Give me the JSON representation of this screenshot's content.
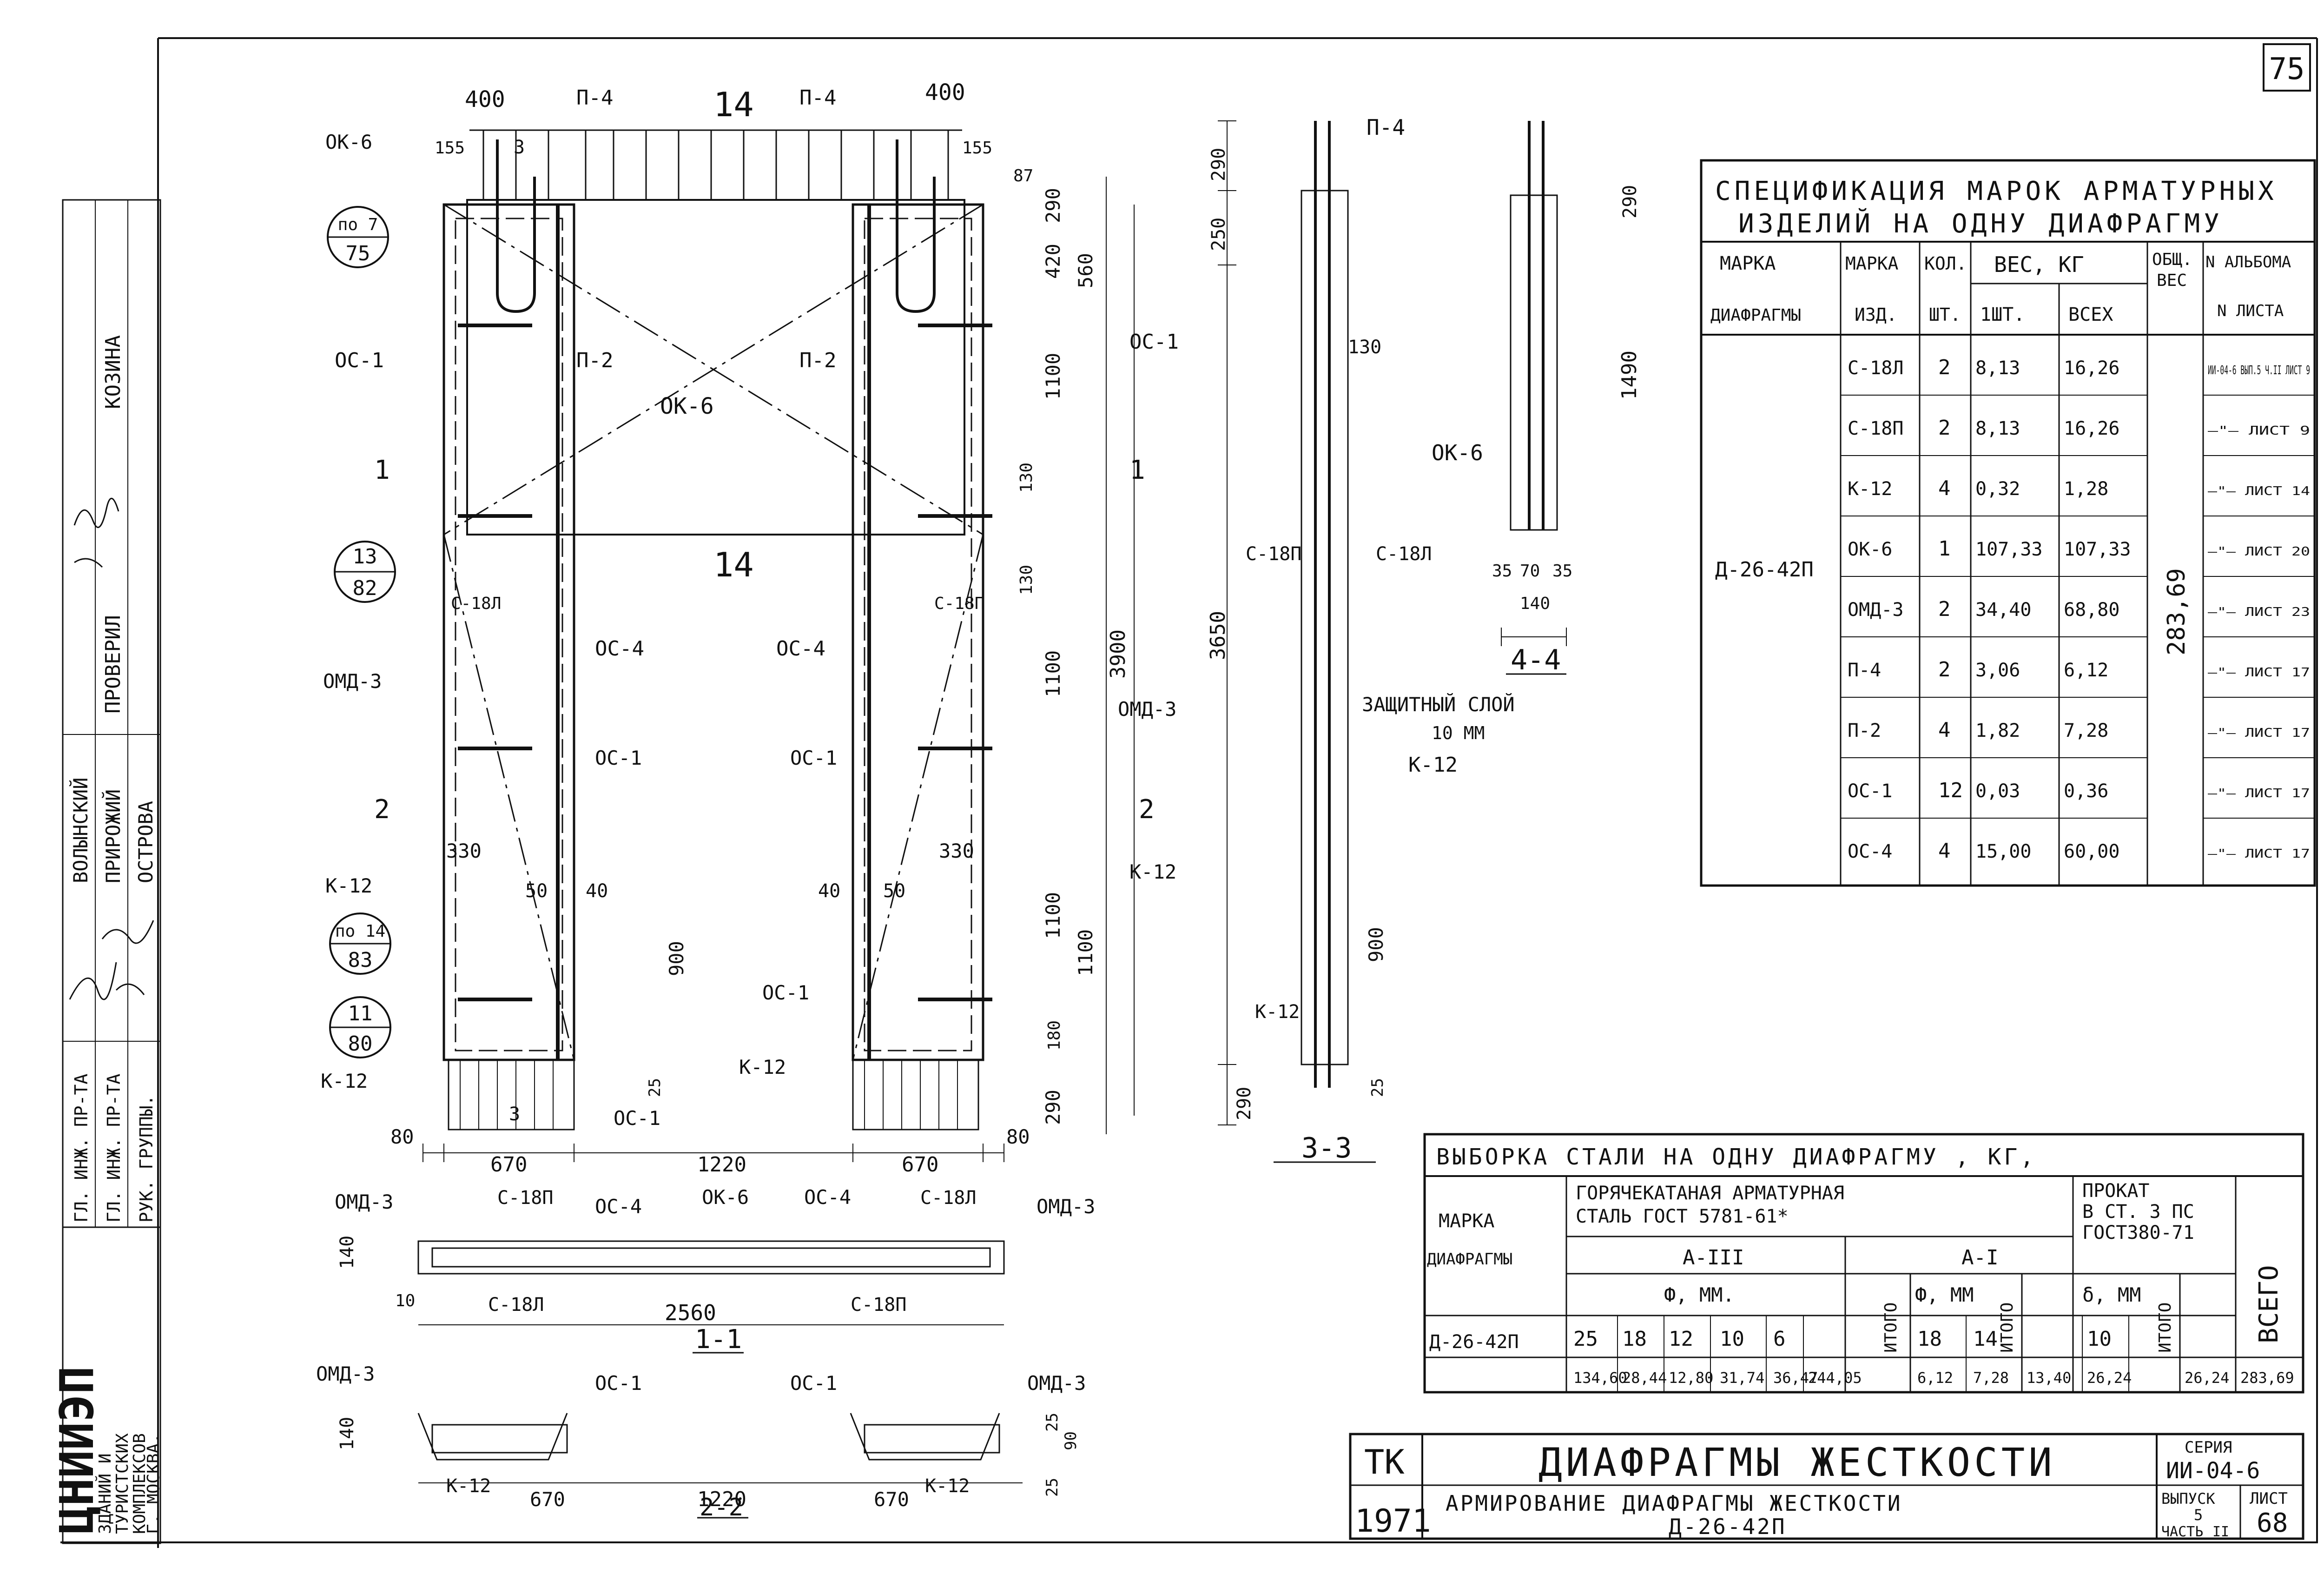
{
  "sheet": {
    "page_number": "75",
    "org": "ЦНИИЭП",
    "org_lines": [
      "ЗДАНИЙ И",
      "ТУРИСТСКИХ",
      "КОМПЛЕКСОВ",
      "Г. МОСКВА."
    ],
    "roles": [
      "ГЛ. ИНЖ. ПР-ТА",
      "ГЛ. ИНЖ. ПР-ТА",
      "РУК. ГРУППЫ.",
      "ПРОВЕРИЛ",
      "КОЗИНА"
    ],
    "names": [
      "ВОЛЫНСКИЙ",
      "ПРИРОЖИЙ",
      "ОСТРОВА"
    ]
  },
  "drawing": {
    "elevation": {
      "dims_top": [
        "400",
        "400",
        "155",
        "155",
        "87"
      ],
      "mark_top": "14",
      "mark_mid": "14",
      "dims_right": [
        "290",
        "420",
        "560",
        "1100",
        "130",
        "130",
        "1100",
        "3900",
        "1100",
        "1100",
        "180",
        "290"
      ],
      "dims_bottom": [
        "80",
        "670",
        "1220",
        "670",
        "80"
      ],
      "dims_inner": [
        "330",
        "330",
        "50",
        "40",
        "40",
        "50",
        "900",
        "25"
      ],
      "callouts": [
        "ОК-6",
        "П-4",
        "П-4",
        "П-2",
        "П-2",
        "ОС-1",
        "ОС-1",
        "ОК-6",
        "С-18Л",
        "С-18П",
        "ОС-4",
        "ОС-4",
        "ОМД-3",
        "ОМД-3",
        "ОС-1",
        "ОС-1",
        "К-12",
        "К-12",
        "ОС-1",
        "ОС-1",
        "К-12",
        "К-12"
      ],
      "section_marks": [
        "1",
        "1",
        "2",
        "2",
        "3",
        "3"
      ],
      "ref_circles": [
        {
          "top": "по 7",
          "bottom": "75"
        },
        {
          "top": "13",
          "bottom": "82"
        },
        {
          "top": "по 14",
          "bottom": "83"
        },
        {
          "top": "11",
          "bottom": "80"
        }
      ]
    },
    "section_3_3": {
      "title": "3-3",
      "callouts": [
        "П-4",
        "130",
        "ОК-6",
        "С-18П",
        "С-18Л",
        "ЗАЩИТНЫЙ СЛОЙ",
        "10 ММ",
        "К-12",
        "К-12"
      ],
      "dims": [
        "290",
        "250",
        "3650",
        "900",
        "290",
        "25"
      ]
    },
    "section_4_4": {
      "title": "4-4",
      "dims": [
        "290",
        "1490",
        "35",
        "70",
        "35",
        "140"
      ]
    },
    "section_1_1": {
      "title": "1-1",
      "callouts": [
        "ОМД-3",
        "С-18П",
        "ОС-4",
        "ОК-6",
        "ОС-4",
        "С-18Л",
        "ОМД-3",
        "С-18Л",
        "С-18П"
      ],
      "dims": [
        "140",
        "10",
        "2560"
      ]
    },
    "section_2_2": {
      "title": "2-2",
      "callouts": [
        "ОМД-3",
        "ОС-1",
        "ОС-1",
        "ОМД-3",
        "К-12",
        "К-12"
      ],
      "dims": [
        "140",
        "670",
        "1220",
        "670",
        "25",
        "90",
        "25"
      ]
    }
  },
  "spec_table": {
    "title_line1": "СПЕЦИФИКАЦИЯ МАРОК АРМАТУРНЫХ",
    "title_line2": "ИЗДЕЛИЙ НА ОДНУ ДИАФРАГМУ",
    "headers": {
      "marka_diafragmy": [
        "МАРКА",
        "ДИАФРАГМЫ"
      ],
      "marka_izd": [
        "МАРКА",
        "ИЗД."
      ],
      "kol": [
        "КОЛ.",
        "ШТ."
      ],
      "ves": "ВЕС, КГ",
      "ves_1": "1ШТ.",
      "ves_all": "ВСЕХ",
      "obsh_ves": [
        "ОБЩ.",
        "ВЕС"
      ],
      "album": [
        "N АЛЬБОМА",
        "N ЛИСТА"
      ]
    },
    "diaphragm": "Д-26-42П",
    "total_weight": "283,69",
    "rows": [
      {
        "mark": "С-18Л",
        "qty": "2",
        "w1": "8,13",
        "wall": "16,26",
        "album": "ИИ-04-6 ВЫП.5 Ч.II ЛИСТ 9"
      },
      {
        "mark": "С-18П",
        "qty": "2",
        "w1": "8,13",
        "wall": "16,26",
        "album": "—\"— ЛИСТ 9"
      },
      {
        "mark": "К-12",
        "qty": "4",
        "w1": "0,32",
        "wall": "1,28",
        "album": "—\"— ЛИСТ 14"
      },
      {
        "mark": "ОК-6",
        "qty": "1",
        "w1": "107,33",
        "wall": "107,33",
        "album": "—\"— ЛИСТ 20"
      },
      {
        "mark": "ОМД-3",
        "qty": "2",
        "w1": "34,40",
        "wall": "68,80",
        "album": "—\"— ЛИСТ 23"
      },
      {
        "mark": "П-4",
        "qty": "2",
        "w1": "3,06",
        "wall": "6,12",
        "album": "—\"— ЛИСТ 17"
      },
      {
        "mark": "П-2",
        "qty": "4",
        "w1": "1,82",
        "wall": "7,28",
        "album": "—\"— ЛИСТ 17"
      },
      {
        "mark": "ОС-1",
        "qty": "12",
        "w1": "0,03",
        "wall": "0,36",
        "album": "—\"— ЛИСТ 17"
      },
      {
        "mark": "ОС-4",
        "qty": "4",
        "w1": "15,00",
        "wall": "60,00",
        "album": "—\"— ЛИСТ 17"
      }
    ]
  },
  "steel_table": {
    "title": "ВЫБОРКА СТАЛИ НА ОДНУ ДИАФРАГМУ , КГ,",
    "col_marka": [
      "МАРКА",
      "ДИАФРАГМЫ"
    ],
    "group1": [
      "ГОРЯЧЕКАТАНАЯ АРМАТУРНАЯ",
      "СТАЛЬ ГОСТ 5781-61*"
    ],
    "group2": [
      "ПРОКАТ",
      "В СТ. 3 ПС",
      "ГОСТ380-71"
    ],
    "class_a3": "А-III",
    "class_a1": "А-I",
    "phi_mm": "Ф, ММ.",
    "phi_mm2": "Ф, ММ",
    "delta_mm": "δ, ММ",
    "itogo": "ИТОГО",
    "vsego": "ВСЕГО",
    "diams_a3": [
      "25",
      "18",
      "12",
      "10",
      "6"
    ],
    "diams_a1": [
      "18",
      "14"
    ],
    "thick": [
      "10"
    ],
    "row": {
      "mark": "Д-26-42П",
      "a3": [
        "134,60",
        "28,44",
        "12,80",
        "31,74",
        "36,47"
      ],
      "a3_total": "244,05",
      "a1": [
        "6,12",
        "7,28"
      ],
      "a1_total": "13,40",
      "plate": [
        "26,24"
      ],
      "plate_total": "26,24",
      "grand_total": "283,69"
    }
  },
  "title_block": {
    "tk": "ТК",
    "year": "1971",
    "title": "ДИАФРАГМЫ ЖЕСТКОСТИ",
    "subtitle_line1": "АРМИРОВАНИЕ ДИАФРАГМЫ ЖЕСТКОСТИ",
    "subtitle_line2": "Д-26-42П",
    "series_label": "СЕРИЯ",
    "series": "ИИ-04-6",
    "issue_label": "ВЫПУСК",
    "issue": "5",
    "part_label": "ЧАСТЬ",
    "part": "II",
    "sheet_label": "ЛИСТ",
    "sheet": "68"
  }
}
